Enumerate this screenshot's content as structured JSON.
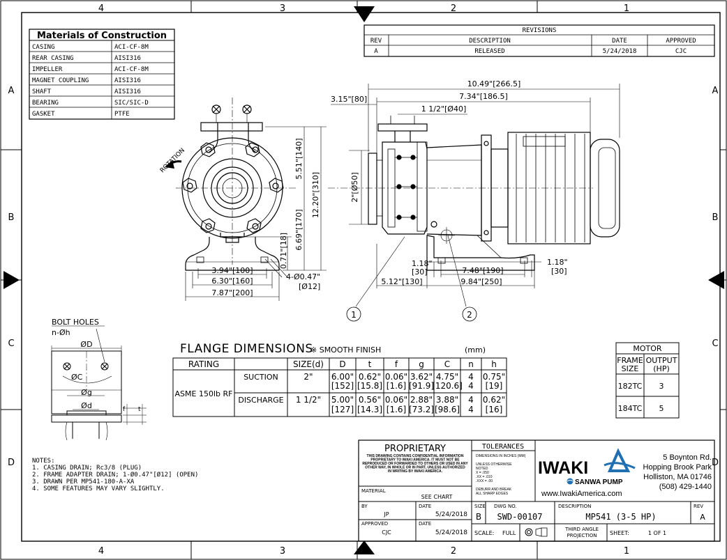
{
  "zones": {
    "cols": [
      "4",
      "3",
      "2",
      "1"
    ],
    "rows": [
      "A",
      "B",
      "C",
      "D"
    ]
  },
  "materials": {
    "title": "Materials of Construction",
    "rows": [
      [
        "CASING",
        "ACI-CF-8M"
      ],
      [
        "REAR CASING",
        "AISI316"
      ],
      [
        "IMPELLER",
        "ACI-CF-8M"
      ],
      [
        "MAGNET COUPLING",
        "AISI316"
      ],
      [
        "SHAFT",
        "AISI316"
      ],
      [
        "BEARING",
        "SIC/SIC-D"
      ],
      [
        "GASKET",
        "PTFE"
      ]
    ]
  },
  "revisions": {
    "title": "REVISIONS",
    "headers": [
      "REV",
      "DESCRIPTION",
      "DATE",
      "APPROVED"
    ],
    "rows": [
      [
        "A",
        "RELEASED",
        "5/24/2018",
        "CJC"
      ]
    ]
  },
  "front_view": {
    "rotation": "ROTATION",
    "dims": {
      "h140": "5.51\"[140]",
      "h310": "12.20\"[310]",
      "h170": "6.69\"[170]",
      "h18": "0.71\"[18]",
      "w100": "3.94\"[100]",
      "w160": "6.30\"[160]",
      "w200": "7.87\"[200]",
      "holes": "4-Ø0.47\"",
      "holes_mm": "[Ø12]"
    }
  },
  "side_view": {
    "dims": {
      "total": "10.49\"[266.5]",
      "d80": "3.15\"[80]",
      "d186": "7.34\"[186.5]",
      "d40": "1 1/2\"[Ø40]",
      "d50": "2\"[Ø50]",
      "a118": "1.18\"",
      "a30": "[30]",
      "b118": "1.18\"",
      "b30": "[30]",
      "d190": "7.48\"[190]",
      "d130": "5.12\"[130]",
      "d250": "9.84\"[250]"
    },
    "callouts": [
      "1",
      "2"
    ]
  },
  "bolt": {
    "title": "BOLT HOLES",
    "sub": "n-Øh",
    "D": "ØD",
    "C": "ØC",
    "g": "Øg",
    "d": "Ød",
    "f": "f",
    "t": "t"
  },
  "flange": {
    "title": "FLANGE DIMENSIONS",
    "note": "※ SMOOTH FINISH",
    "unit": "(mm)",
    "headers": [
      "RATING",
      "",
      "SIZE(d)",
      "D",
      "t",
      "f",
      "g",
      "C",
      "n",
      "h"
    ],
    "rating": "ASME 150lb RF",
    "rows": [
      {
        "type": "SUCTION",
        "size": "2\"",
        "in": [
          "6.00\"",
          "0.62\"",
          "0.06\"",
          "3.62\"",
          "4.75\"",
          "4",
          "0.75\""
        ],
        "mm": [
          "[152]",
          "[15.8]",
          "[1.6]",
          "[91.9]",
          "[120.6]",
          "4",
          "[19]"
        ]
      },
      {
        "type": "DISCHARGE",
        "size": "1 1/2\"",
        "in": [
          "5.00\"",
          "0.56\"",
          "0.06\"",
          "2.88\"",
          "3.88\"",
          "4",
          "0.62\""
        ],
        "mm": [
          "[127]",
          "[14.3]",
          "[1.6]",
          "[73.2]",
          "[98.6]",
          "4",
          "[16]"
        ]
      }
    ]
  },
  "motor": {
    "title": "MOTOR",
    "h1": "FRAME SIZE",
    "h2": "OUTPUT (HP)",
    "rows": [
      [
        "182TC",
        "3"
      ],
      [
        "184TC",
        "5"
      ]
    ]
  },
  "notes": {
    "title": "NOTES:",
    "lines": [
      "1. CASING DRAIN; Rc3/8 (PLUG)",
      "2. FRAME ADAPTER DRAIN; 1-Ø0.47\"[Ø12] (OPEN)",
      "3. DRAWN PER MP541-180-A-XA",
      "4. SOME FEATURES MAY VARY SLIGHTLY."
    ]
  },
  "title_block": {
    "proprietary": "PROPRIETARY",
    "prop_text": [
      "THIS DRAWING CONTAINS CONFIDENTIAL INFORMATION",
      "PROPRIETARY TO IWAKI AMERICA. IT MUST NOT BE",
      "REPRODUCED OR FORWARDED TO OTHERS OR USED IN ANY",
      "OTHER WAY, IN WHOLE OR IN PART, UNLESS AUTHORIZED",
      "IN WRITING BY IWAKI AMERICA."
    ],
    "tolerances": "TOLERANCES",
    "tol_text": [
      "DIMENSIONS IN INCHES (MM)",
      "",
      "UNLESS OTHERWISE",
      "NOTED",
      "X = .050",
      ".XX = .010",
      ".XXX = .00",
      "",
      "DEBURR AND BREAK",
      "ALL SHARP EDGES"
    ],
    "material_label": "MATERIAL",
    "material": "SEE CHART",
    "by_label": "BY",
    "by": "JP",
    "date_label": "DATE",
    "by_date": "5/24/2018",
    "approved_label": "APPROVED",
    "approved": "CJC",
    "appr_date": "5/24/2018",
    "size_label": "SIZE",
    "size": "B",
    "dwg_label": "DWG NO.",
    "dwg": "SWD-00107",
    "desc_label": "DESCRIPTION",
    "desc": "MP541 (3-5 HP)",
    "rev_label": "REV",
    "rev": "A",
    "scale_label": "SCALE:",
    "scale": "FULL",
    "projection": [
      "THIRD ANGLE",
      "PROJECTION"
    ],
    "sheet_label": "SHEET:",
    "sheet": "1 OF 1",
    "brand": "IWAKI",
    "sub_brand": "SANWA PUMP",
    "web": "www.IwakiAmerica.com",
    "address": [
      "5 Boynton Rd.",
      "Hopping Brook Park",
      "Holliston, MA 01746",
      "(508) 429-1440"
    ]
  }
}
